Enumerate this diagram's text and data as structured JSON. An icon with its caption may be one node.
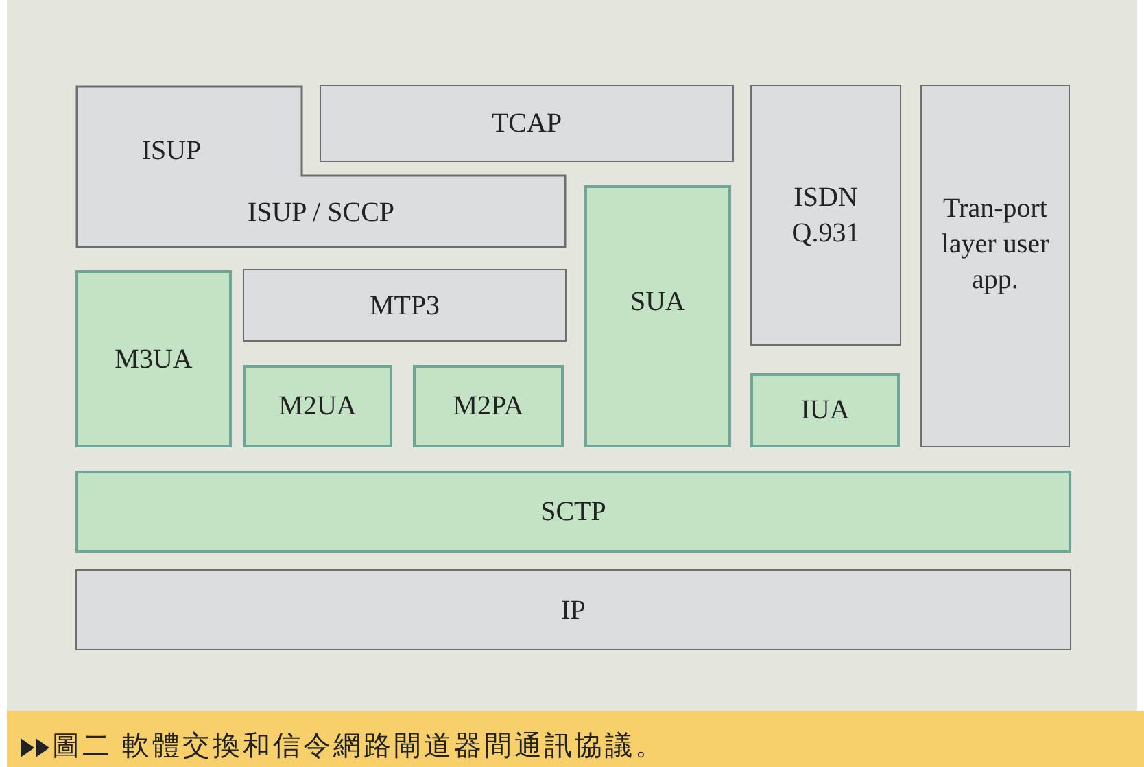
{
  "diagram": {
    "caption": "圖二 軟體交換和信令網路閘道器間通訊協議。",
    "nodes": [
      {
        "text": [
          "ISUP",
          "ISUP / SCCP"
        ]
      },
      {
        "text": [
          "TCAP"
        ]
      },
      {
        "text": [
          "ISDN Q.931"
        ]
      },
      {
        "text": [
          "Tran-port layer user app."
        ]
      },
      {
        "text": [
          "SUA"
        ]
      },
      {
        "text": [
          "M3UA"
        ]
      },
      {
        "text": [
          "MTP3"
        ]
      },
      {
        "text": [
          "M2UA"
        ]
      },
      {
        "text": [
          "M2PA"
        ]
      },
      {
        "text": [
          "IUA"
        ]
      },
      {
        "text": [
          "SCTP"
        ]
      },
      {
        "text": [
          "IP"
        ]
      }
    ]
  }
}
